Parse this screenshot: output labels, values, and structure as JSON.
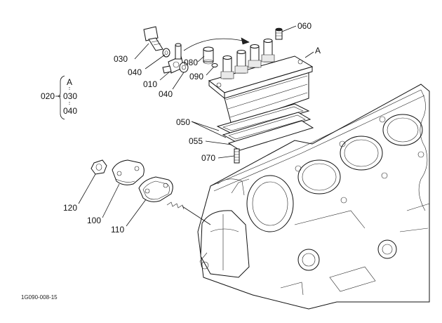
{
  "figure_code": "1G090-008-15",
  "callouts": {
    "c030": "030",
    "c040a": "040",
    "c010": "010",
    "c040b": "040",
    "c080": "080",
    "c090": "090",
    "c060": "060",
    "cA": "A",
    "c050": "050",
    "c055": "055",
    "c070": "070",
    "c120": "120",
    "c100": "100",
    "c110": "110"
  },
  "legend": {
    "group": "020",
    "ref": "A",
    "item1": "030",
    "item2": "040"
  }
}
